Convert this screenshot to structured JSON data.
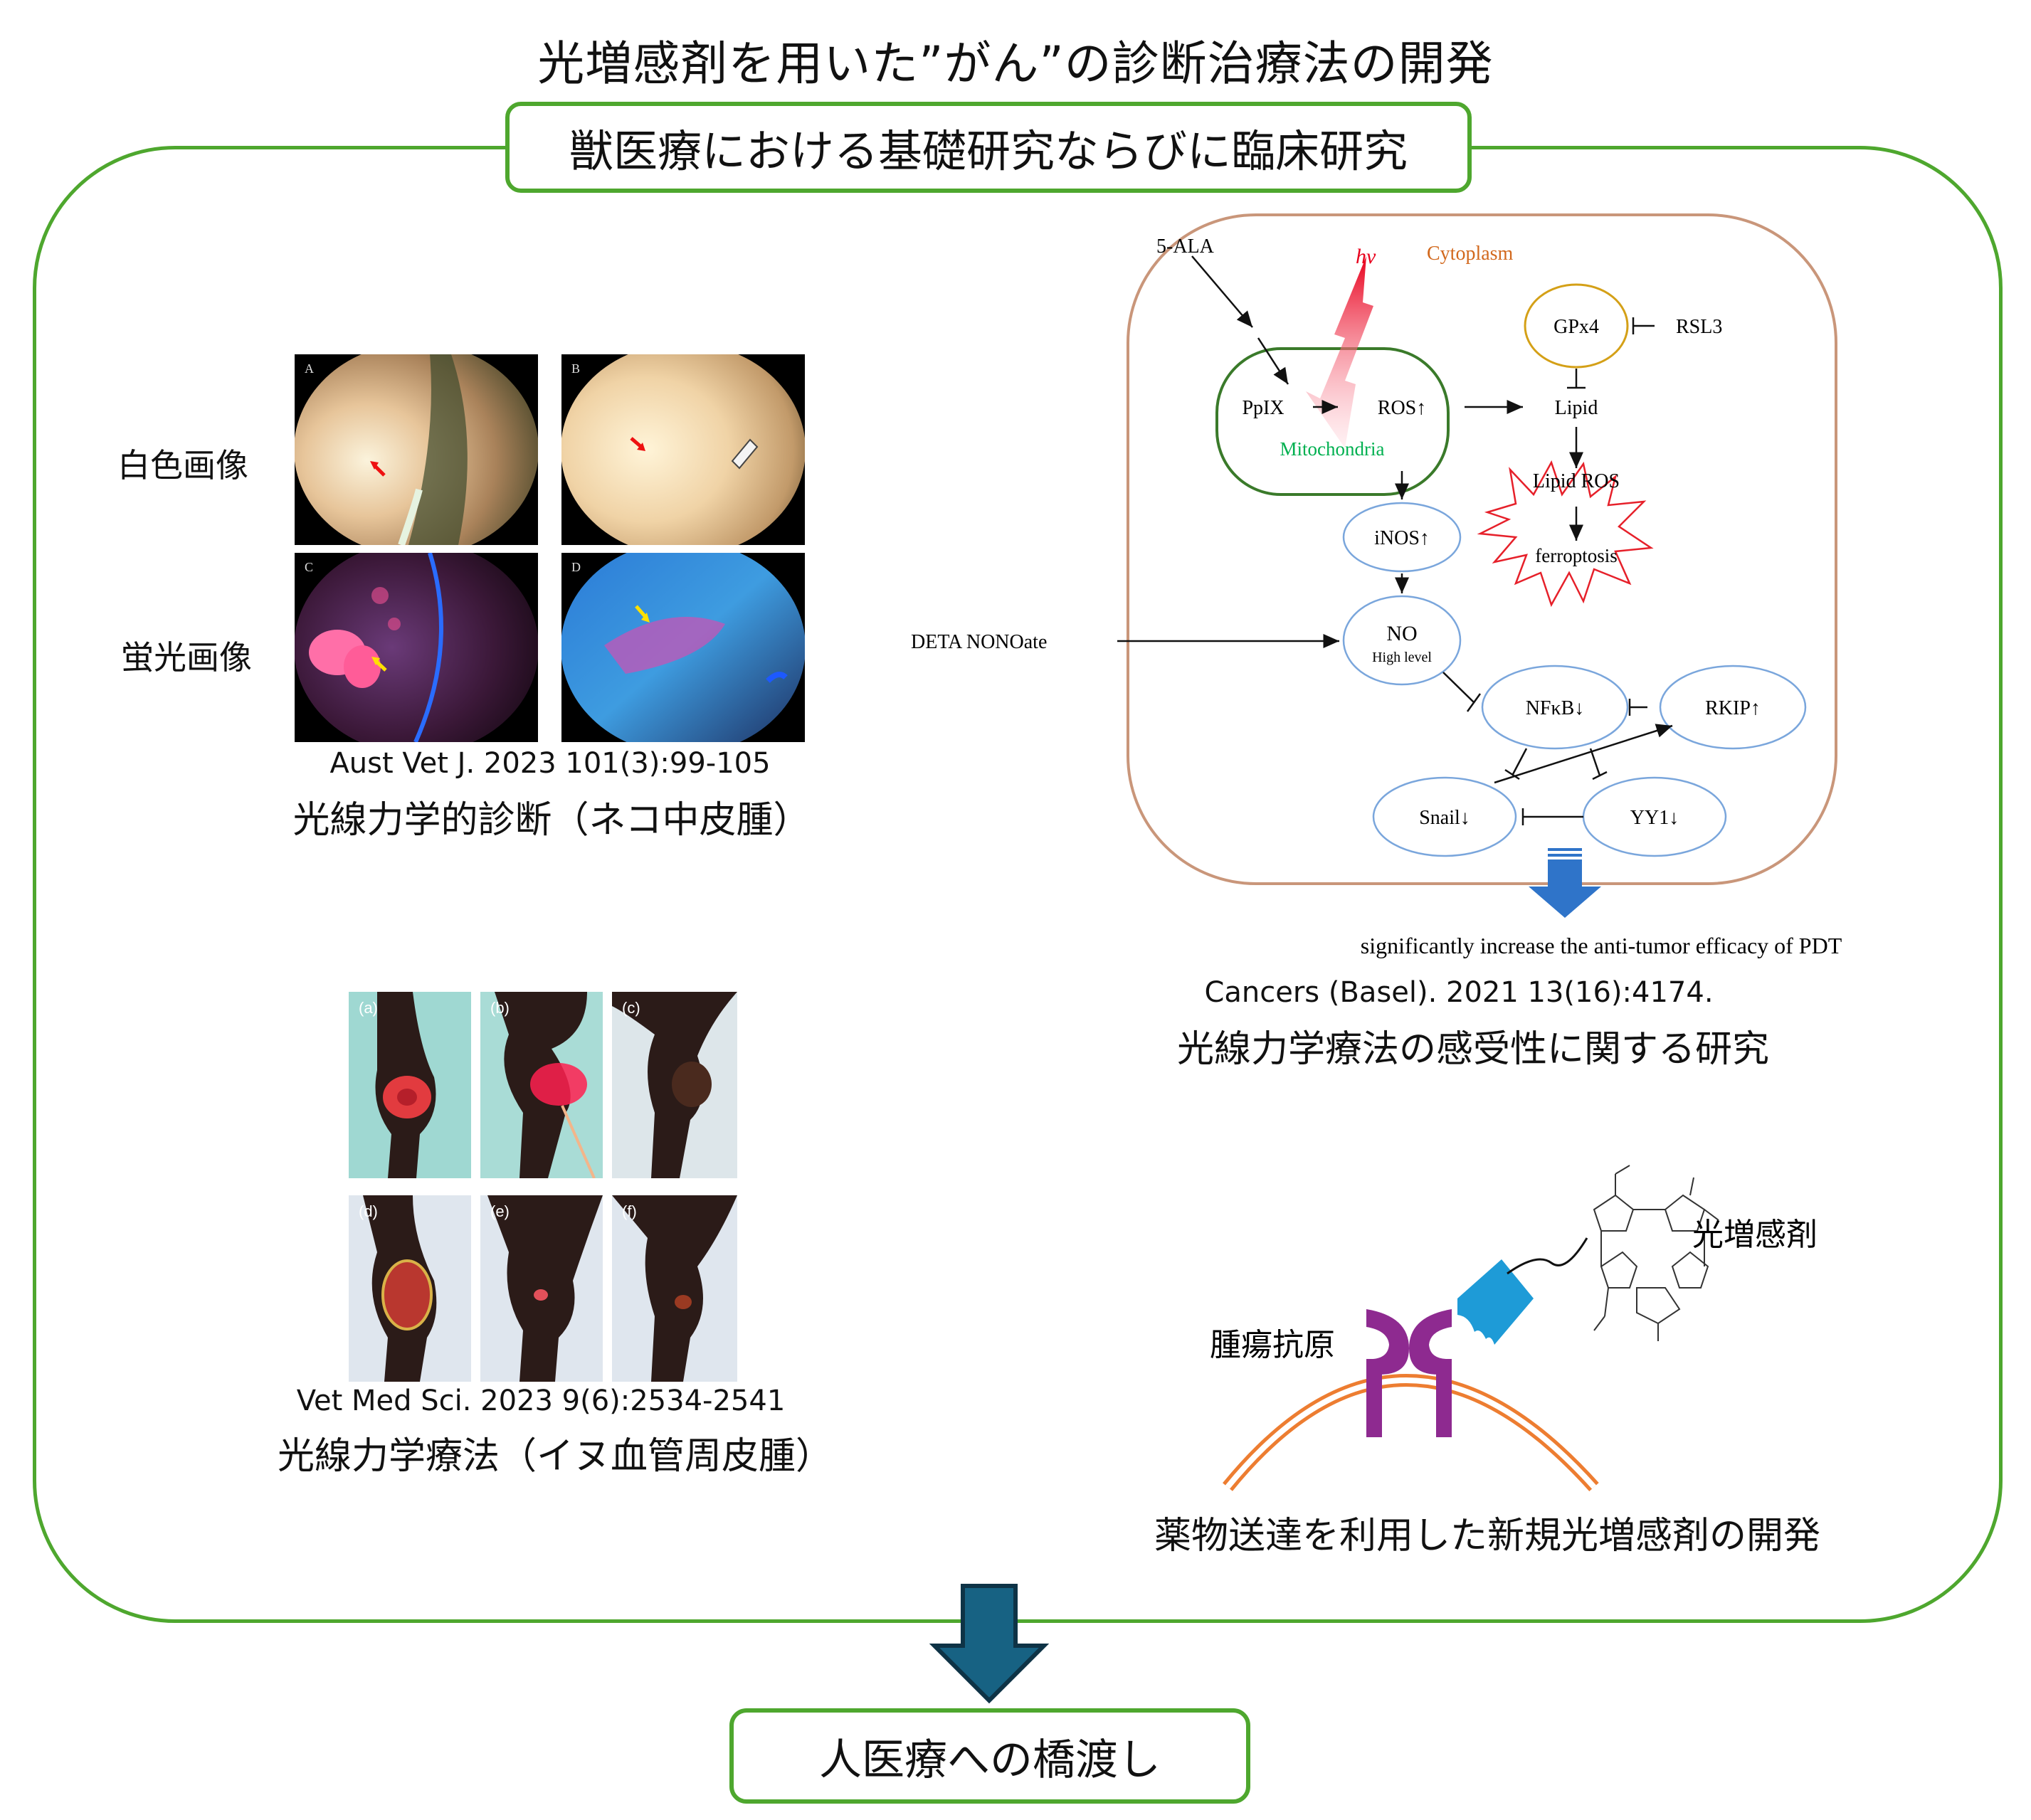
{
  "title": "光増感剤を用いた”がん”の診断治療法の開発",
  "section_header": "獣医療における基礎研究ならびに臨床研究",
  "diagnosis_panel": {
    "row_labels": [
      "白色画像",
      "蛍光画像"
    ],
    "panel_letters": [
      "A",
      "B",
      "C",
      "D"
    ],
    "reference": "Aust Vet J. 2023 101(3):99-105",
    "caption": "光線力学的診断（ネコ中皮腫）"
  },
  "therapy_panel": {
    "panel_letters": [
      "(a)",
      "(b)",
      "(c)",
      "(d)",
      "(e)",
      "(f)"
    ],
    "reference": "Vet Med Sci. 2023 9(6):2534-2541",
    "caption": "光線力学療法（イヌ血管周皮腫）"
  },
  "pathway_diagram": {
    "labels": {
      "ala": "5-ALA",
      "hv": "hv",
      "cytoplasm": "Cytoplasm",
      "gpx4": "GPx4",
      "rsl3": "RSL3",
      "ppix": "PpIX",
      "ros": "ROS↑",
      "mitochondria": "Mitochondria",
      "lipid": "Lipid",
      "lipid_ros": "Lipid ROS",
      "inos": "iNOS↑",
      "ferroptosis": "ferroptosis",
      "deta": "DETA NONOate",
      "no": "NO",
      "no_sub": "High level",
      "nfkb": "NFκB↓",
      "rkip": "RKIP↑",
      "snail": "Snail↓",
      "yy1": "YY1↓"
    },
    "conclusion": "significantly increase the anti-tumor efficacy of PDT",
    "reference": "Cancers (Basel). 2021 13(16):4174.",
    "caption": "光線力学療法の感受性に関する研究"
  },
  "drug_delivery_panel": {
    "photosensitizer_label": "光増感剤",
    "antigen_label": "腫瘍抗原",
    "caption": "薬物送達を利用した新規光増感剤の開発"
  },
  "bottom": {
    "label": "人医療への橋渡し"
  },
  "colors": {
    "frame_green": "#4ea72e",
    "arrow_dark_blue": "#176283",
    "arrow_blue": "#2f74c9",
    "cytoplasm_border": "#c9967a",
    "cytoplasm_text": "#d2691e",
    "mito_green": "#3a7a2a",
    "mito_text": "#00b050",
    "gpx4_border": "#d4a017",
    "node_blue": "#7aa6dc",
    "ferro_red": "#e6202a",
    "membrane_orange": "#ed7d31",
    "antigen_purple": "#8e2a90",
    "antibody_blue": "#1e9bd7"
  }
}
